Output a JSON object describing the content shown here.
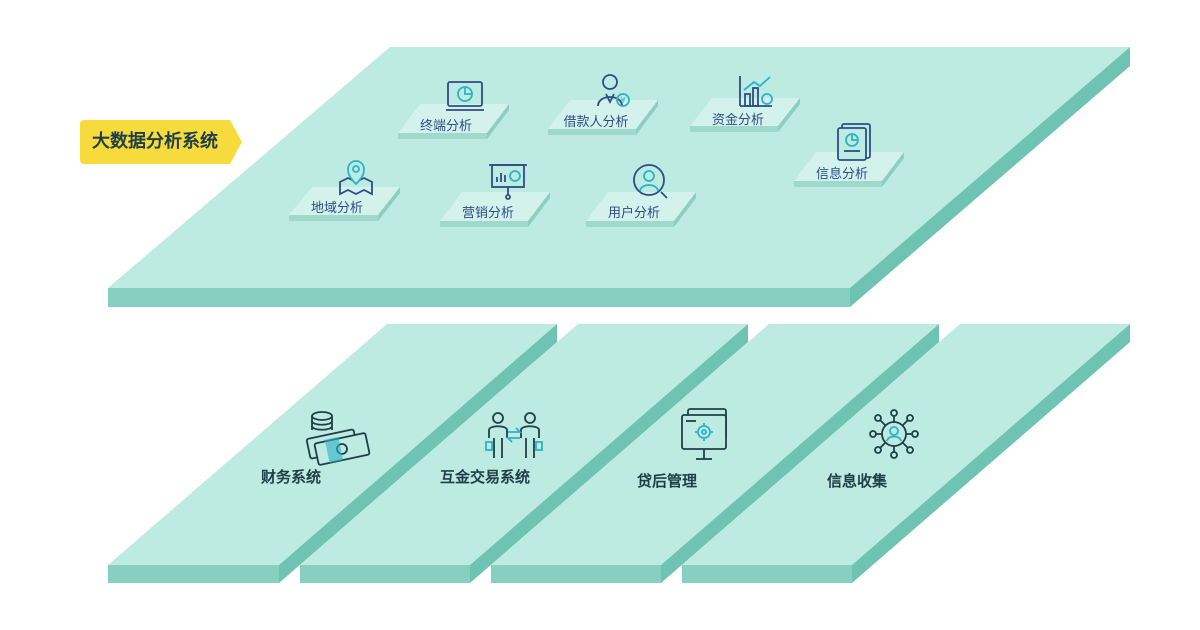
{
  "title_tag": "大数据分析系统",
  "analysis_items": [
    {
      "label": "终端分析",
      "icon": "monitor-chart-icon"
    },
    {
      "label": "借款人分析",
      "icon": "borrower-icon"
    },
    {
      "label": "资金分析",
      "icon": "growth-chart-icon"
    },
    {
      "label": "信息分析",
      "icon": "report-icon"
    },
    {
      "label": "地域分析",
      "icon": "map-pin-icon"
    },
    {
      "label": "营销分析",
      "icon": "presentation-icon"
    },
    {
      "label": "用户分析",
      "icon": "user-circle-icon"
    }
  ],
  "modules": [
    {
      "label": "财务系统",
      "icon": "money-coins-icon"
    },
    {
      "label": "互金交易系统",
      "icon": "exchange-people-icon"
    },
    {
      "label": "贷后管理",
      "icon": "settings-monitor-icon"
    },
    {
      "label": "信息收集",
      "icon": "network-user-icon"
    }
  ],
  "colors": {
    "platform_top": "#bdeae1",
    "platform_front": "#87d0c1",
    "platform_side": "#6fc3b2",
    "chip_top": "#d4f2ec",
    "chip_front": "#9fd9cc",
    "tag": "#f7db3c",
    "icon_blue": "#2d4d86",
    "icon_cyan": "#2bb3c7"
  }
}
